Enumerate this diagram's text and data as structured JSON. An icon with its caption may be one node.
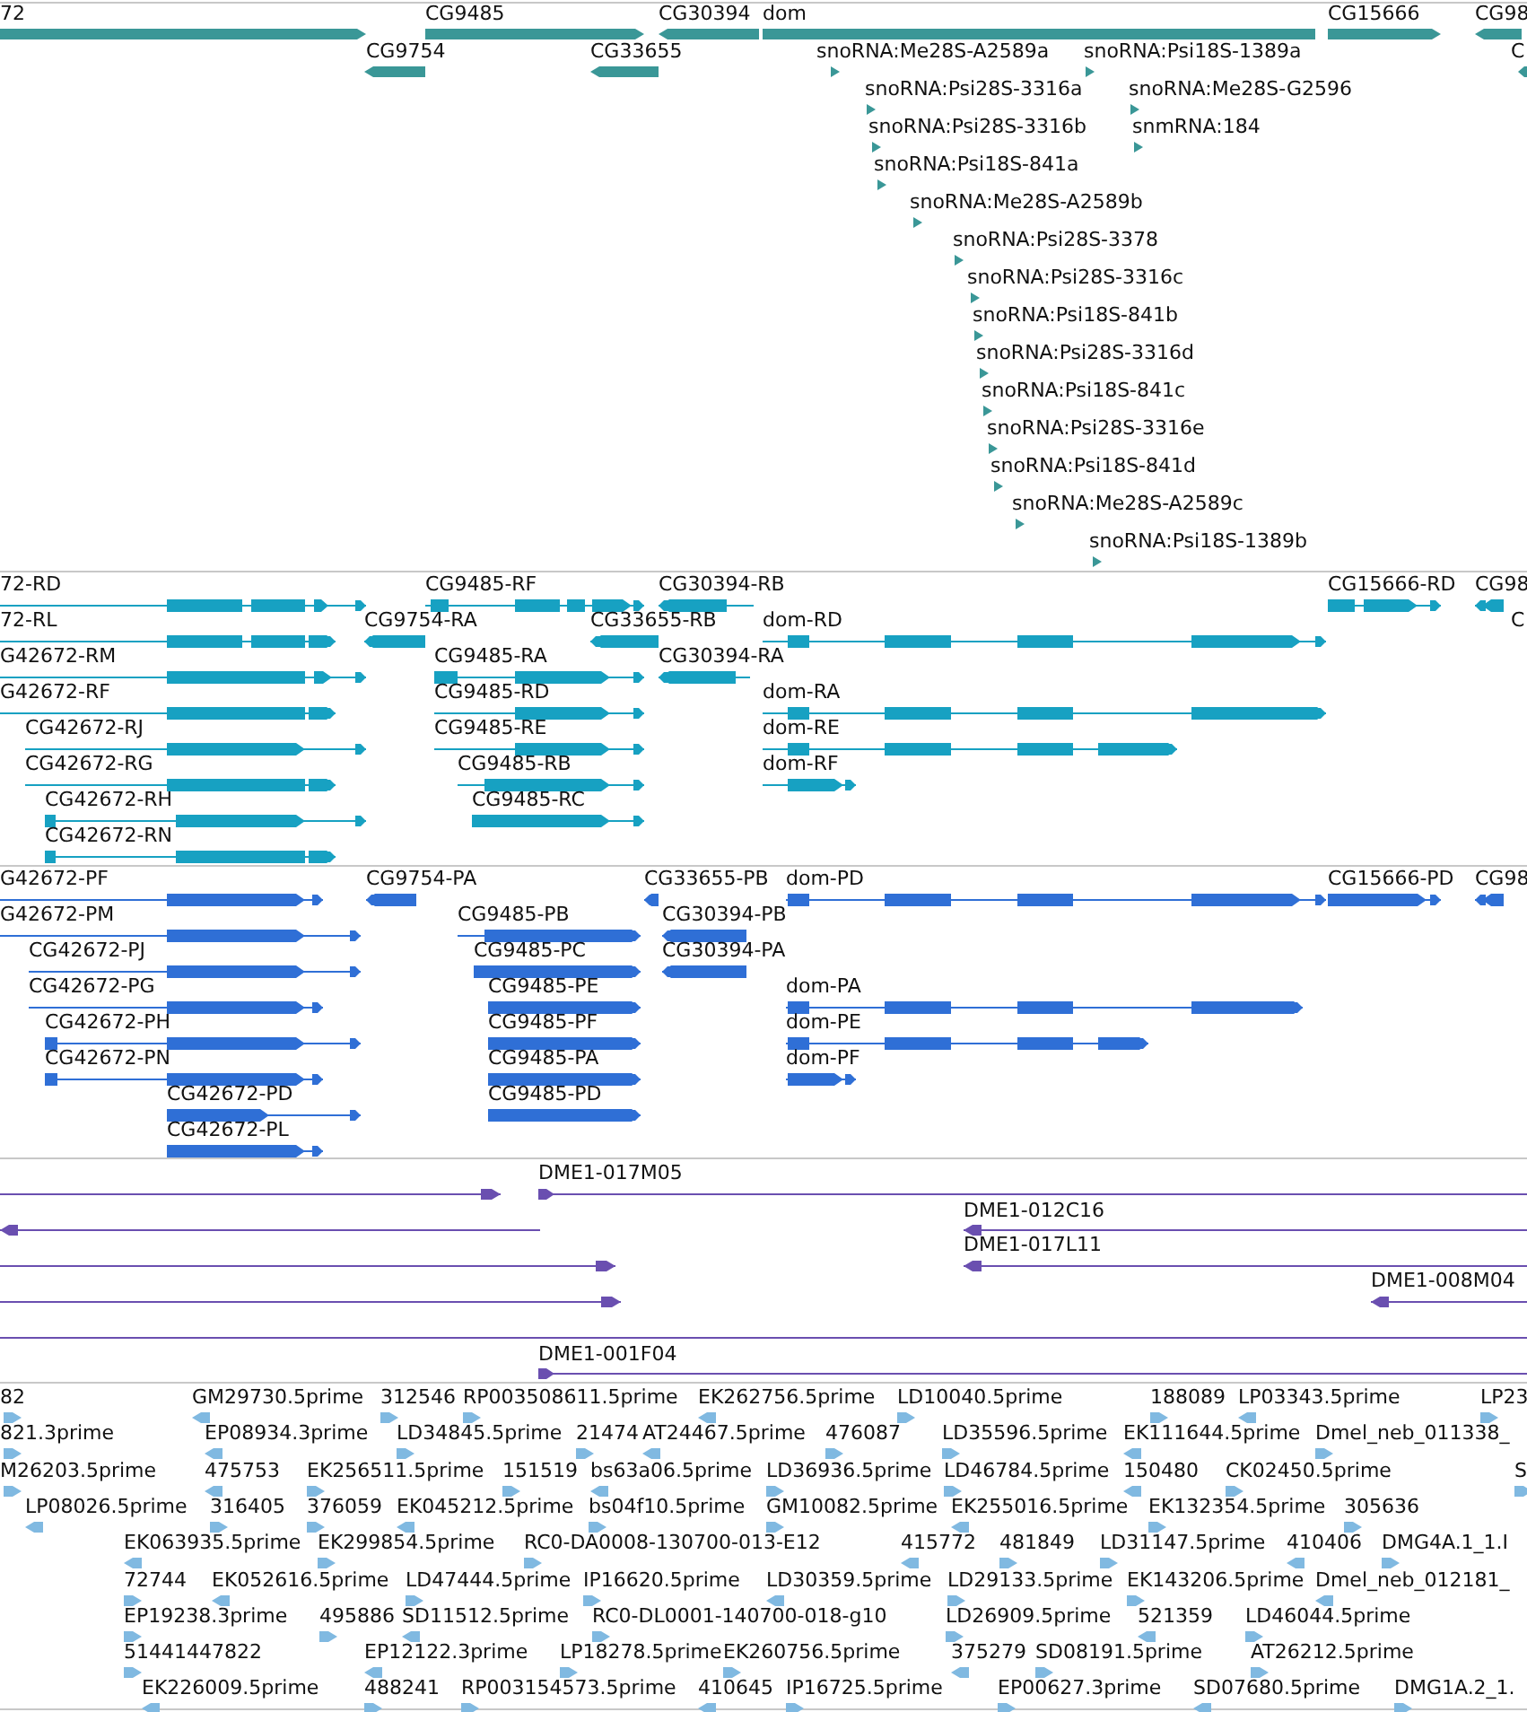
{
  "diagram": {
    "labels": [
      "72",
      "CG9485",
      "CG30394",
      "dom",
      "CG15666",
      "CG98",
      "CG9754",
      "CG33655",
      "snoRNA:Me28S-A2589a",
      "snoRNA:Psi18S-1389a",
      "C",
      "snoRNA:Psi28S-3316a",
      "snoRNA:Me28S-G2596",
      "snoRNA:Psi28S-3316b",
      "snmRNA:184",
      "snoRNA:Psi18S-841a",
      "snoRNA:Me28S-A2589b",
      "snoRNA:Psi28S-3378",
      "snoRNA:Psi28S-3316c",
      "snoRNA:Psi18S-841b",
      "snoRNA:Psi28S-3316d",
      "snoRNA:Psi18S-841c",
      "snoRNA:Psi28S-3316e",
      "snoRNA:Psi18S-841d",
      "snoRNA:Me28S-A2589c",
      "snoRNA:Psi18S-1389b",
      "72-RD",
      "CG9485-RF",
      "CG30394-RB",
      "CG15666-RD",
      "CG98",
      "72-RL",
      "CG9754-RA",
      "CG33655-RB",
      "dom-RD",
      "C",
      "G42672-RM",
      "CG9485-RA",
      "CG30394-RA",
      "G42672-RF",
      "CG9485-RD",
      "dom-RA",
      "CG42672-RJ",
      "CG9485-RE",
      "dom-RE",
      "CG42672-RG",
      "CG9485-RB",
      "dom-RF",
      "CG42672-RH",
      "CG9485-RC",
      "CG42672-RN",
      "G42672-PF",
      "CG9754-PA",
      "CG33655-PB",
      "dom-PD",
      "CG15666-PD",
      "CG98",
      "G42672-PM",
      "CG9485-PB",
      "CG30394-PB",
      "CG42672-PJ",
      "CG9485-PC",
      "CG30394-PA",
      "CG42672-PG",
      "CG9485-PE",
      "dom-PA",
      "CG42672-PH",
      "CG9485-PF",
      "dom-PE",
      "CG42672-PN",
      "CG9485-PA",
      "dom-PF",
      "CG42672-PD",
      "CG9485-PD",
      "CG42672-PL",
      "DME1-017M05",
      "DME1-012C16",
      "DME1-017L11",
      "DME1-008M04",
      "DME1-001F04",
      "82",
      "GM29730.5prime",
      "312546",
      "RP003508611.5prime",
      "EK262756.5prime",
      "LD10040.5prime",
      "188089",
      "LP03343.5prime",
      "LP23",
      "821.3prime",
      "EP08934.3prime",
      "LD34845.5prime",
      "21474",
      "AT24467.5prime",
      "476087",
      "LD35596.5prime",
      "EK111644.5prime",
      "Dmel_neb_011338_",
      "M26203.5prime",
      "475753",
      "EK256511.5prime",
      "151519",
      "bs63a06.5prime",
      "LD36936.5prime",
      "LD46784.5prime",
      "150480",
      "CK02450.5prime",
      "S",
      "LP08026.5prime",
      "316405",
      "376059",
      "EK045212.5prime",
      "bs04f10.5prime",
      "GM10082.5prime",
      "EK255016.5prime",
      "EK132354.5prime",
      "305636",
      "EK063935.5prime",
      "EK299854.5prime",
      "RC0-DA0008-130700-013-E12",
      "415772",
      "481849",
      "LD31147.5prime",
      "410406",
      "DMG4A.1_1.I",
      "72744",
      "EK052616.5prime",
      "LD47444.5prime",
      "IP16620.5prime",
      "LD30359.5prime",
      "LD29133.5prime",
      "EK143206.5prime",
      "Dmel_neb_012181_",
      "EP19238.3prime",
      "495886",
      "SD11512.5prime",
      "RC0-DL0001-140700-018-g10",
      "LD26909.5prime",
      "521359",
      "LD46044.5prime",
      "51441447822",
      "EP12122.3prime",
      "LP18278.5prime",
      "EK260756.5prime",
      "375279",
      "SD08191.5prime",
      "AT26212.5prime",
      "EK226009.5prime",
      "488241",
      "RP003154573.5prime",
      "410645",
      "IP16725.5prime",
      "EP00627.3prime",
      "SD07680.5prime",
      "DMG1A.2_1."
    ]
  }
}
